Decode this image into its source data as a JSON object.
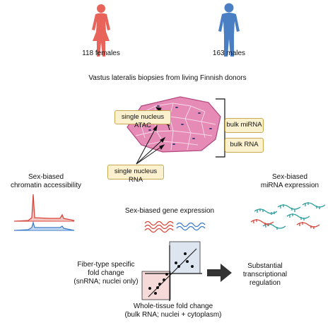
{
  "donors": {
    "females_label": "118 females",
    "males_label": "163 males",
    "female_color": "#e8645a",
    "male_color": "#4a7fc4"
  },
  "biopsy_caption": "Vastus lateralis biopsies from living Finnish donors",
  "assays": {
    "sn_atac": "single nucleus ATAC",
    "sn_rna": "single nucleus RNA",
    "bulk_mirna": "bulk miRNA",
    "bulk_rna": "bulk RNA"
  },
  "results": {
    "chromatin_line1": "Sex-biased",
    "chromatin_line2": "chromatin accessibility",
    "mirna_line1": "Sex-biased",
    "mirna_line2": "miRNA expression",
    "gene_expression": "Sex-biased gene expression"
  },
  "regulation": {
    "y_label_line1": "Fiber-type specific",
    "y_label_line2": "fold change",
    "y_label_line3": "(snRNA; nuclei only)",
    "x_label_line1": "Whole-tissue fold change",
    "x_label_line2": "(bulk RNA; nuclei + cytoplasm)",
    "conclusion_line1": "Substantial",
    "conclusion_line2": "transcriptional",
    "conclusion_line3": "regulation"
  },
  "colors": {
    "female": "#d9453a",
    "male": "#3d7cc9",
    "mirna_teal": "#2a9d9e",
    "box_fill": "#fbf1cf",
    "tissue": "#e58bb6"
  }
}
